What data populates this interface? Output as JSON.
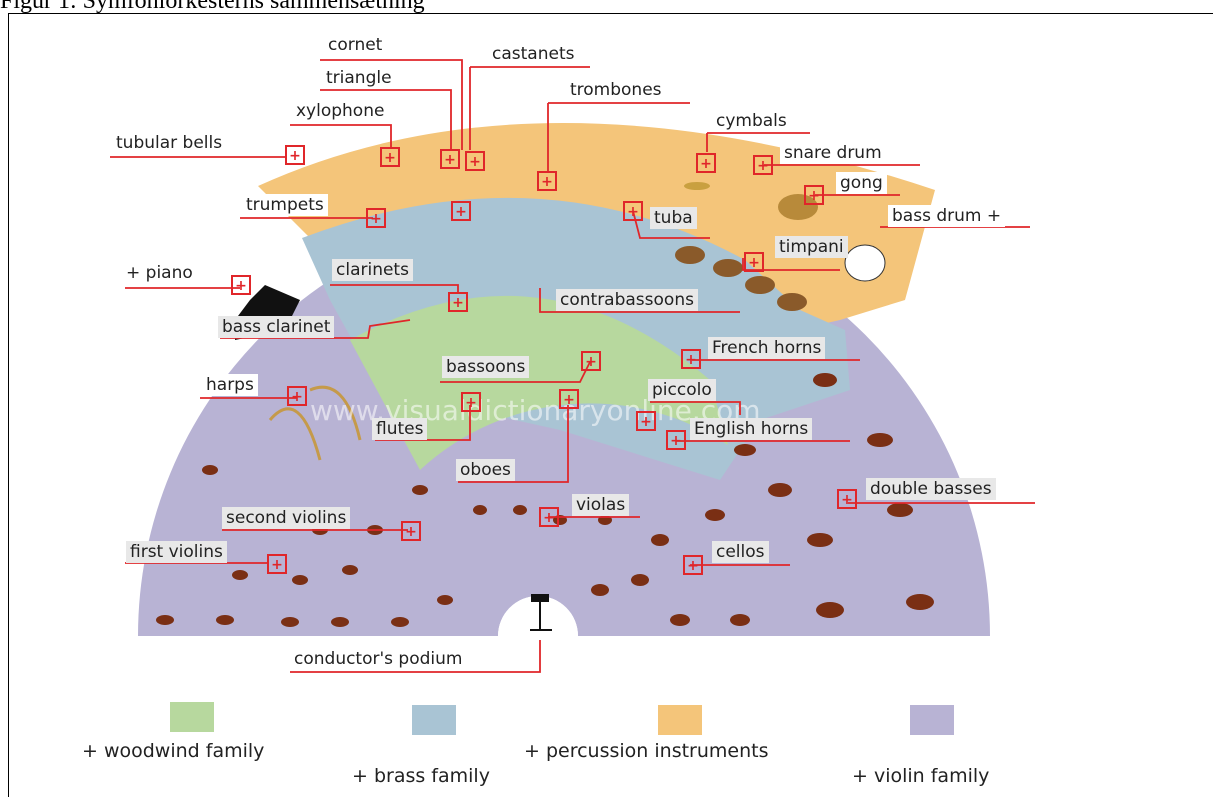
{
  "caption": "Figur 1: Symfoniorkesterns sammensætning",
  "watermark": "www.visualdictionaryonline.com",
  "colors": {
    "woodwind": "#b7d89e",
    "brass": "#a9c4d4",
    "percussion": "#f4c57a",
    "violin": "#b8b3d4",
    "marker": "#e0262a"
  },
  "labels": {
    "cornet": "cornet",
    "castanets": "castanets",
    "triangle": "triangle",
    "trombones": "trombones",
    "xylophone": "xylophone",
    "cymbals": "cymbals",
    "tubular_bells": "tubular bells",
    "snare_drum": "snare drum",
    "gong": "gong",
    "trumpets": "trumpets",
    "bass_drum": "bass drum +",
    "tuba": "tuba",
    "timpani": "timpani",
    "piano": "+ piano",
    "clarinets": "clarinets",
    "contrabassoons": "contrabassoons",
    "bass_clarinet": "bass clarinet",
    "bassoons": "bassoons",
    "french_horns": "French horns",
    "harps": "harps",
    "piccolo": "piccolo",
    "flutes": "flutes",
    "english_horns": "English horns",
    "oboes": "oboes",
    "double_basses": "double basses",
    "violas": "violas",
    "second_violins": "second violins",
    "cellos": "cellos",
    "first_violins": "first violins",
    "conductors_podium": "conductor's podium"
  },
  "legend": {
    "woodwind": "+ woodwind family",
    "brass": "+ brass family",
    "percussion": "+ percussion instruments",
    "violin": "+ violin family"
  }
}
